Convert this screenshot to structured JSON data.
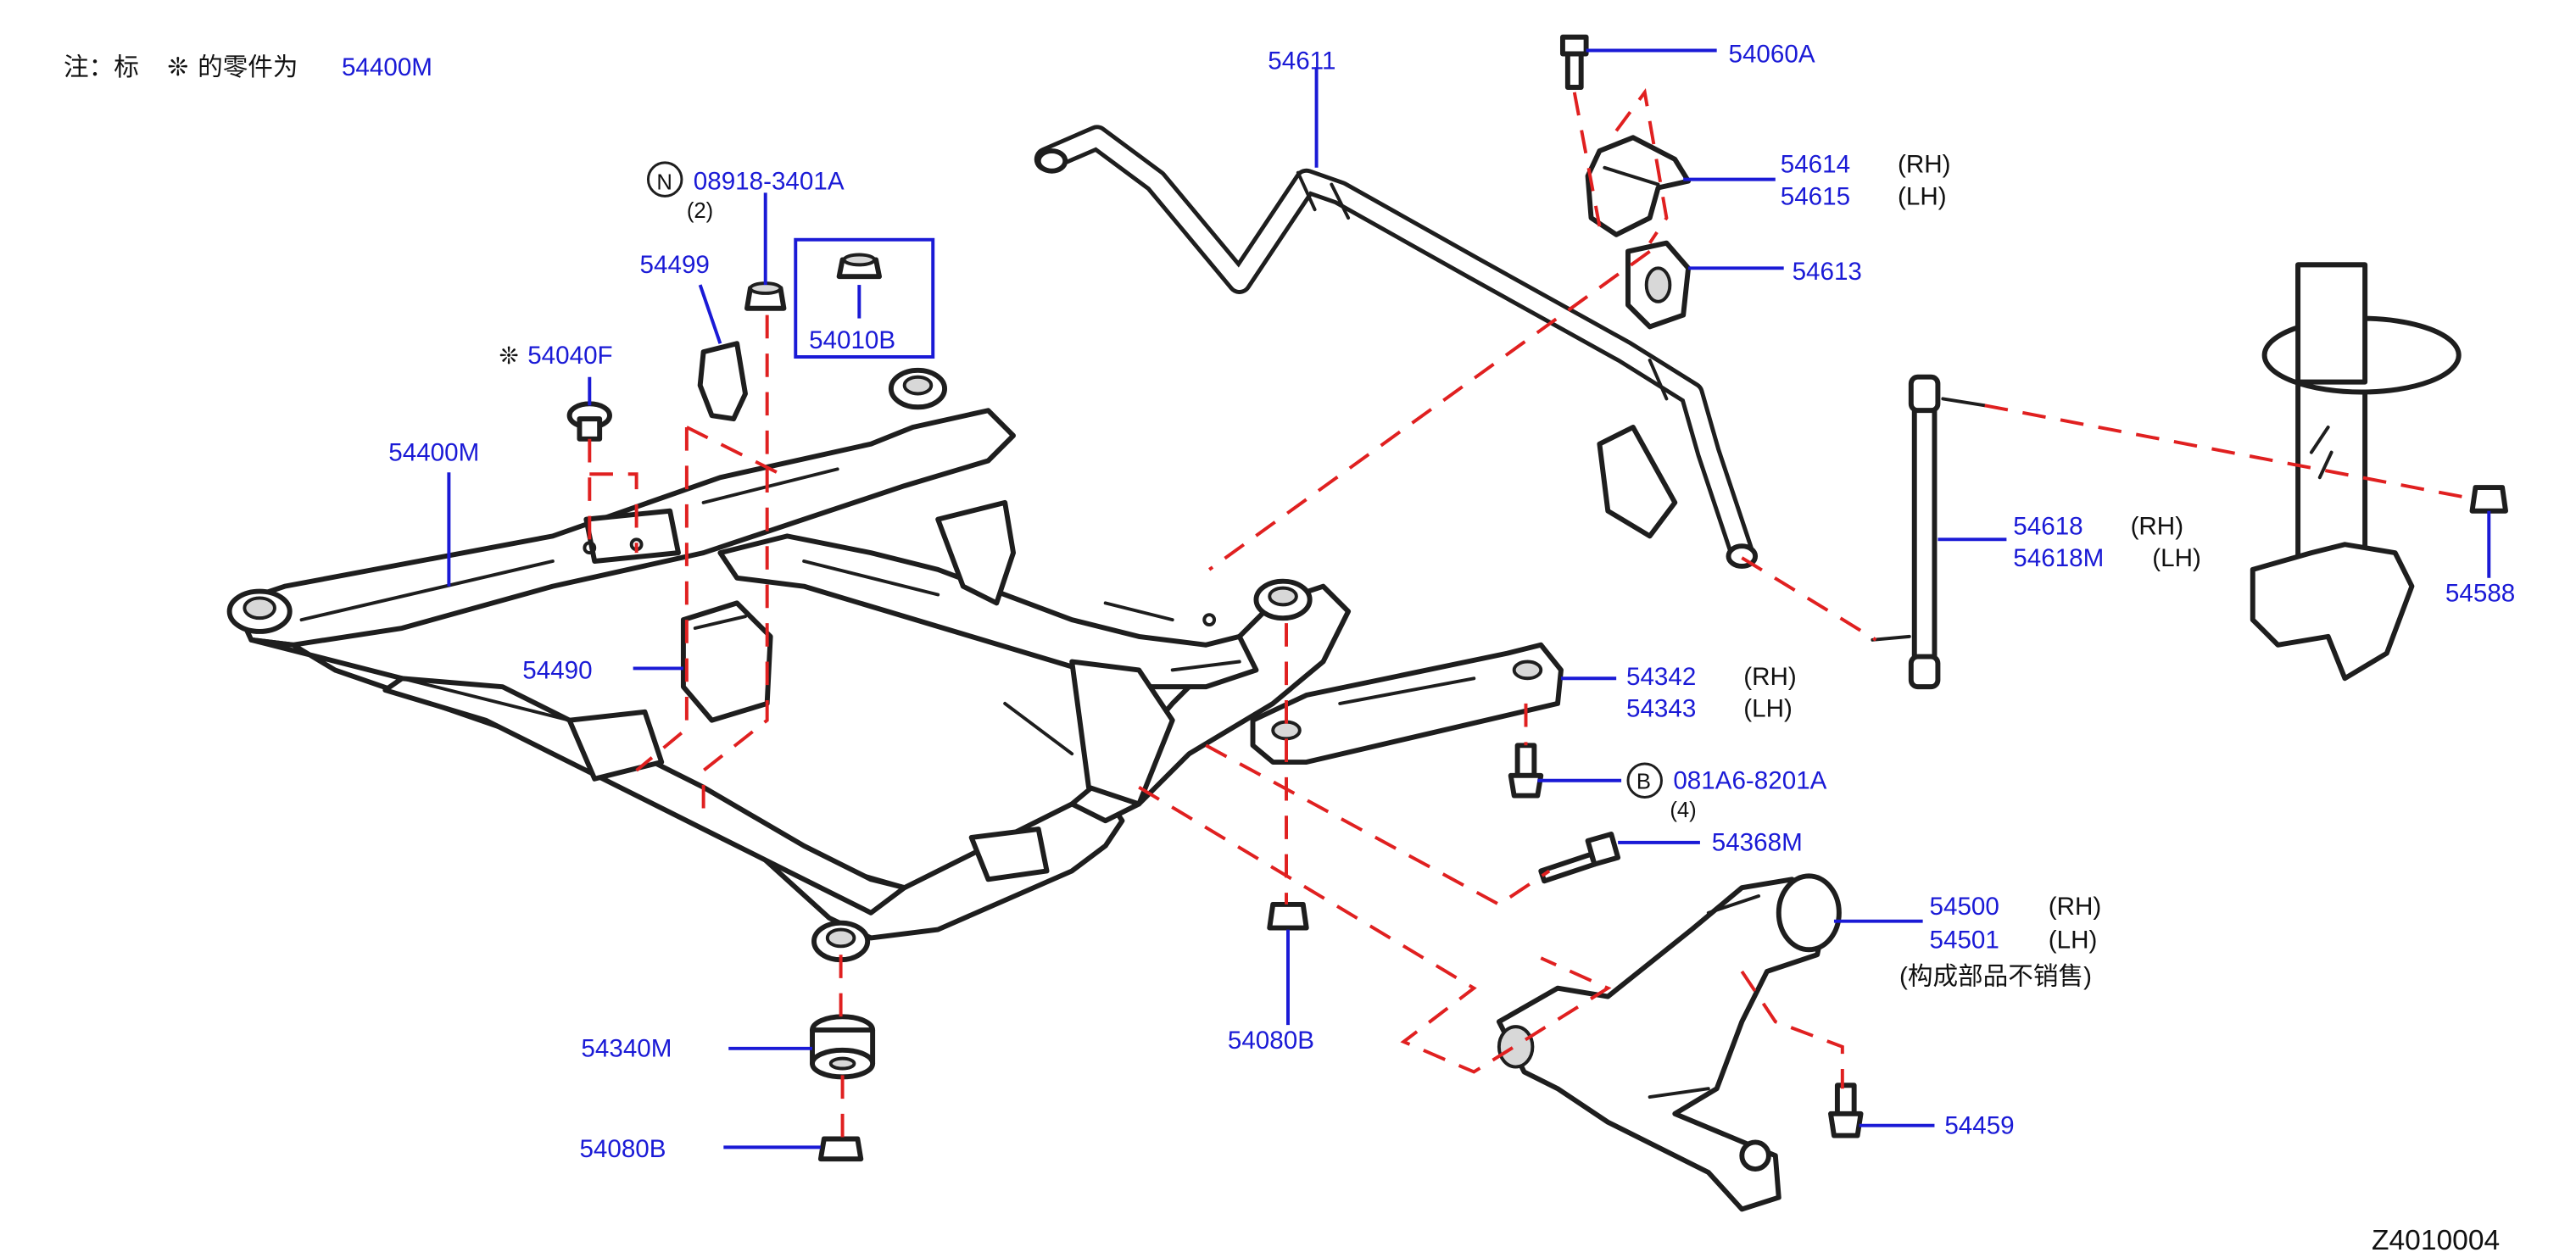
{
  "note": {
    "prefix": "注：标",
    "asterisk": "❊",
    "suffix": "的零件为",
    "part": "54400M"
  },
  "diagram_id": "Z4010004",
  "parts": {
    "p54611": "54611",
    "p54060A": "54060A",
    "p54614": "54614",
    "p54614_side": "(RH)",
    "p54615": "54615",
    "p54615_side": "(LH)",
    "p54613": "54613",
    "p08918": "08918-3401A",
    "p08918_qty": "(2)",
    "p08918_symbol": "N",
    "p54499": "54499",
    "p54010B": "54010B",
    "p54040F": "54040F",
    "p54040F_mark": "❊",
    "p54400M": "54400M",
    "p54490": "54490",
    "p54618": "54618",
    "p54618_side": "(RH)",
    "p54618M": "54618M",
    "p54618M_side": "(LH)",
    "p54588": "54588",
    "p54342": "54342",
    "p54342_side": "(RH)",
    "p54343": "54343",
    "p54343_side": "(LH)",
    "p081A6": "081A6-8201A",
    "p081A6_qty": "(4)",
    "p081A6_symbol": "B",
    "p54368M": "54368M",
    "p54500": "54500",
    "p54500_side": "(RH)",
    "p54501": "54501",
    "p54501_side": "(LH)",
    "p54500_note": "(构成部品不销售)",
    "p54340M": "54340M",
    "p54080B_a": "54080B",
    "p54080B_b": "54080B",
    "p54459": "54459"
  },
  "colors": {
    "label": "#1a1ad6",
    "dashed_guide": "#e02020",
    "line_art": "#1e1e1e"
  }
}
